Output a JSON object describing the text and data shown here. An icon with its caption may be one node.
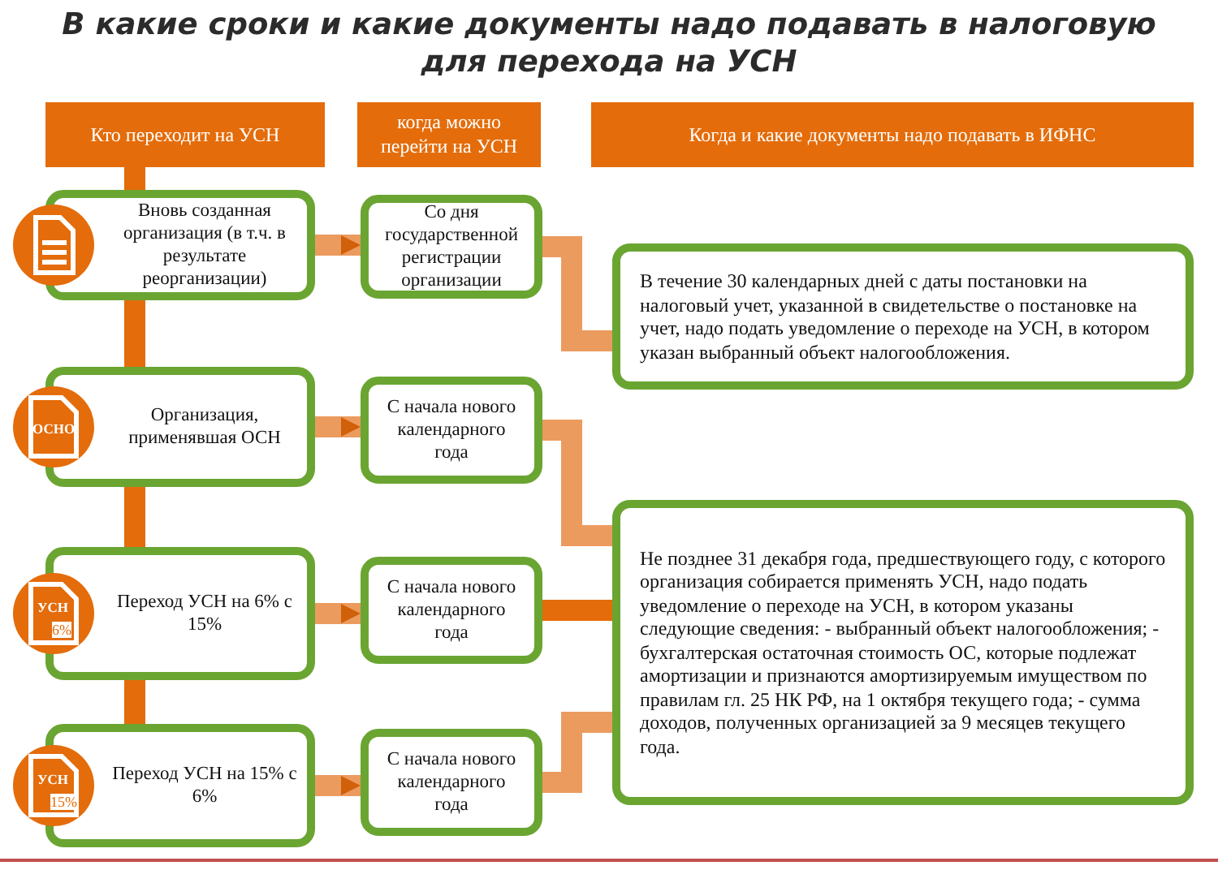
{
  "diagram": {
    "title": "В какие сроки и какие документы надо подавать в налоговую для перехода на УСН",
    "nodes": [
      {
        "text": [
          "Кто переходит на УСН"
        ]
      },
      {
        "text": [
          "когда можно перейти на УСН"
        ]
      },
      {
        "text": [
          "Когда и какие документы надо подавать в ИФНС"
        ]
      },
      {
        "text": [
          "Вновь созданная организация (в т.ч. в результате реорганизации)"
        ]
      },
      {
        "text": [
          "Со дня государственной регистрации организации"
        ]
      },
      {
        "text": [
          "В течение 30 календарных дней с даты постановки на налоговый учет, указанной в свидетельстве о постановке на учет, надо подать уведомление о переходе на УСН, в котором указан выбранный объект налогообложения."
        ]
      },
      {
        "text": [
          "Организация, применявшая ОСН"
        ]
      },
      {
        "text": [
          "С начала нового календарного года"
        ]
      },
      {
        "text": [
          "Переход УСН на 6% с 15%"
        ]
      },
      {
        "text": [
          "С начала нового календарного года"
        ]
      },
      {
        "text": [
          "Переход УСН на 15% с 6%"
        ]
      },
      {
        "text": [
          "С начала нового календарного года"
        ]
      },
      {
        "text": [
          "Не позднее 31 декабря года, предшествующего году, с которого организация собирается применять УСН, надо подать уведомление о переходе на УСН, в котором указаны следующие сведения: - выбранный объект налогообложения; - бухгалтерская остаточная стоимость ОС, которые подлежат амортизации и признаются амортизируемым имуществом по правилам гл. 25 НК РФ, на 1 октября текущего года; - сумма доходов, полученных организацией за 9 месяцев текущего года."
        ]
      }
    ],
    "edges": [
      {
        "from": 0,
        "to": 3,
        "arrow": "none",
        "color": "#e46c0a"
      },
      {
        "from": 3,
        "to": 6,
        "arrow": "none",
        "color": "#e46c0a"
      },
      {
        "from": 6,
        "to": 8,
        "arrow": "none",
        "color": "#e46c0a"
      },
      {
        "from": 8,
        "to": 10,
        "arrow": "none",
        "color": "#e46c0a"
      },
      {
        "from": 3,
        "to": 4,
        "arrow": "to"
      },
      {
        "from": 6,
        "to": 7,
        "arrow": "to"
      },
      {
        "from": 8,
        "to": 9,
        "arrow": "to"
      },
      {
        "from": 10,
        "to": 11,
        "arrow": "to"
      },
      {
        "from": 4,
        "to": 5,
        "arrow": "none"
      },
      {
        "from": 7,
        "to": 12,
        "arrow": "none"
      },
      {
        "from": 9,
        "to": 12,
        "arrow": "none",
        "color": "#e46c0a"
      },
      {
        "from": 11,
        "to": 12,
        "arrow": "none"
      }
    ],
    "labels": [
      "ОСНО",
      "УСН",
      "6%",
      "УСН",
      "15%"
    ]
  }
}
